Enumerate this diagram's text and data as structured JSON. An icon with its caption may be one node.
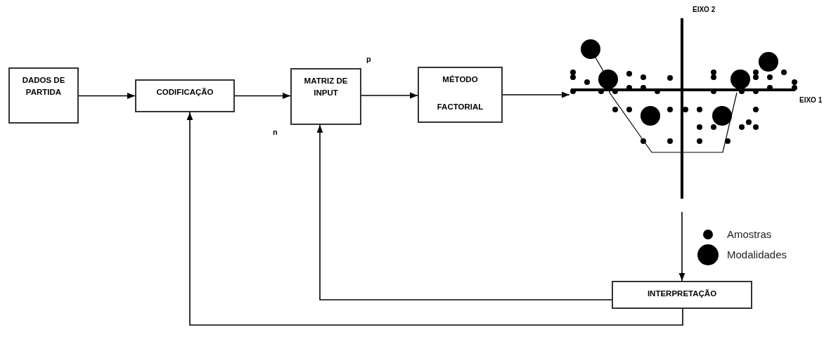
{
  "diagram": {
    "nodes": [
      {
        "text": [
          "DADOS DE PARTIDA"
        ]
      },
      {
        "text": [
          "CODIFICAÇÃO"
        ]
      },
      {
        "text": [
          "MATRIZ DE INPUT"
        ],
        "beside": [
          "p",
          "n"
        ]
      },
      {
        "text": [
          "MÉTODO",
          "FACTORIAL"
        ]
      },
      {
        "text": [],
        "shape": "picture",
        "beside": [
          "EIXO 2",
          "EIXO 1"
        ]
      },
      {
        "text": [
          "INTERPRETAÇÃO"
        ]
      }
    ],
    "edges": [
      {
        "from": 0,
        "to": 1,
        "arrow": "to"
      },
      {
        "from": 1,
        "to": 2,
        "arrow": "to"
      },
      {
        "from": 2,
        "to": 3,
        "arrow": "to"
      },
      {
        "from": 3,
        "to": 4,
        "arrow": "to"
      },
      {
        "from": 4,
        "to": 5,
        "arrow": "to"
      },
      {
        "from": 5,
        "to": 2,
        "arrow": "to"
      },
      {
        "from": 5,
        "to": 1,
        "arrow": "to"
      }
    ],
    "legend": [
      {
        "text": "Amostras"
      },
      {
        "text": "Modalidades"
      }
    ]
  }
}
